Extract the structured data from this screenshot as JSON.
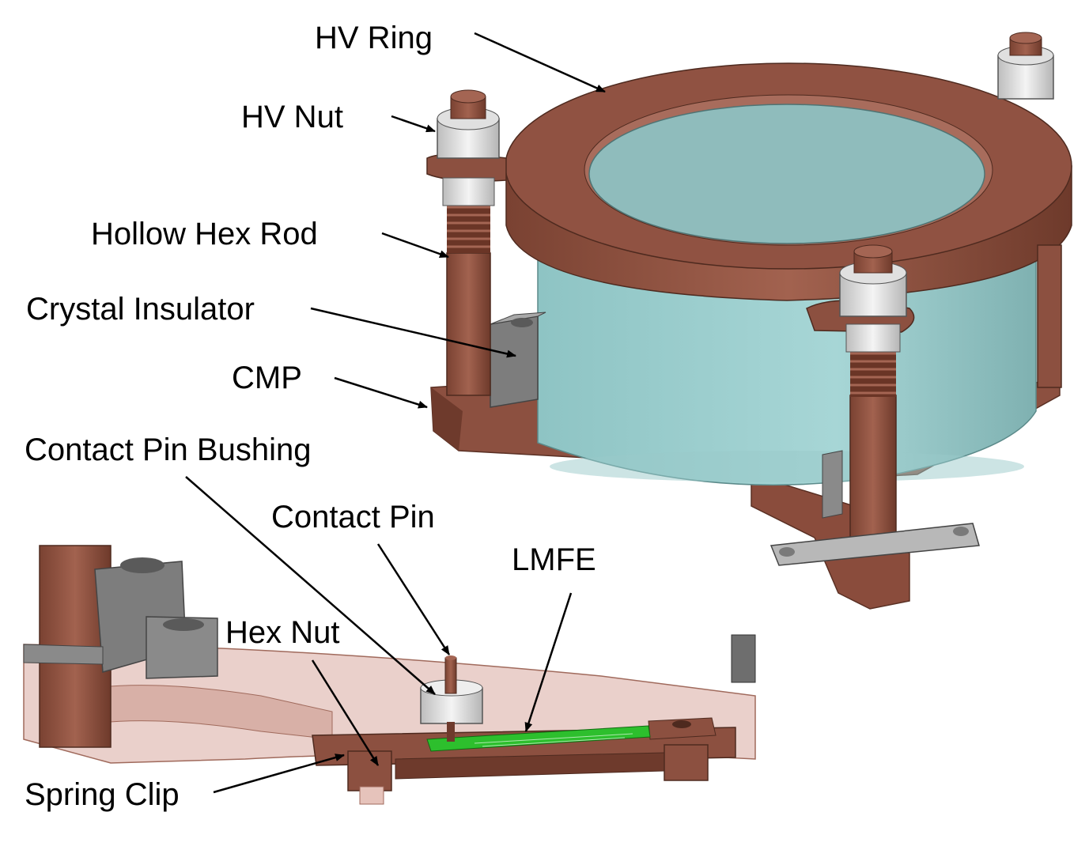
{
  "labels": {
    "hv_ring": "HV Ring",
    "hv_nut": "HV Nut",
    "hollow_hex_rod": "Hollow Hex Rod",
    "crystal_insulator": "Crystal Insulator",
    "cmp": "CMP",
    "contact_pin_bushing": "Contact Pin Bushing",
    "contact_pin": "Contact Pin",
    "lmfe": "LMFE",
    "hex_nut": "Hex Nut",
    "spring_clip": "Spring Clip"
  },
  "colors": {
    "copper": "#8c5040",
    "copper_light": "#b07060",
    "copper_dark": "#6a3a2c",
    "crystal": "#8fbdbd",
    "crystal_side": "#9fcfcf",
    "insulator": "#7d7d7d",
    "nut_white": "#e8e8e8",
    "pcb_green": "#2dbf2d",
    "transparent_copper": "#d9a9a0"
  }
}
